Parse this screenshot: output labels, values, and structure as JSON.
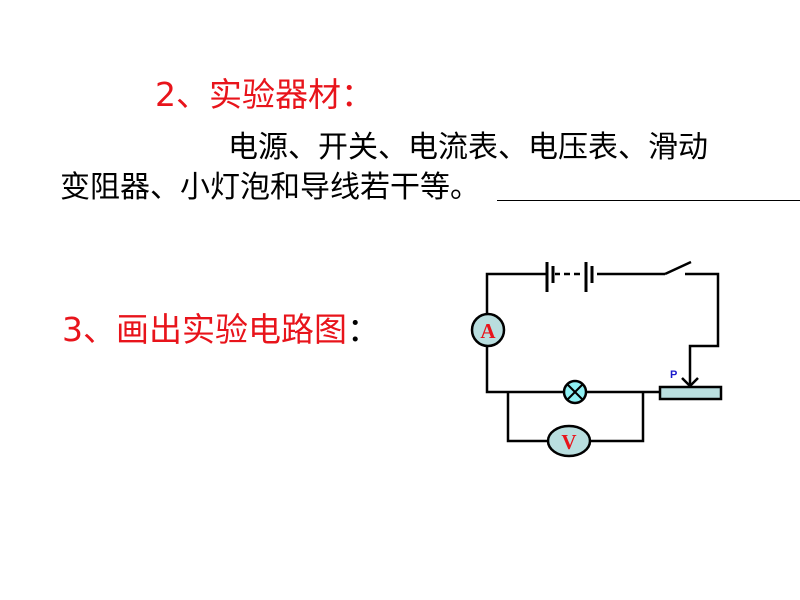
{
  "section2": {
    "title": "2、实验器材：",
    "line1": "电源、开关、电流表、电压表、滑动",
    "line2": "变阻器、小灯泡和导线若干等。"
  },
  "section3": {
    "title": "3、画出实验电路图",
    "colon": "："
  },
  "circuit": {
    "ammeter_label": "A",
    "voltmeter_label": "V",
    "slider_label": "P",
    "colors": {
      "meter_fill": "#b9dedf",
      "lamp_fill": "#8ff0f3",
      "meter_text": "#e8141b",
      "slider_text": "#1a1acc",
      "rheostat_fill": "#b9dedf"
    }
  }
}
